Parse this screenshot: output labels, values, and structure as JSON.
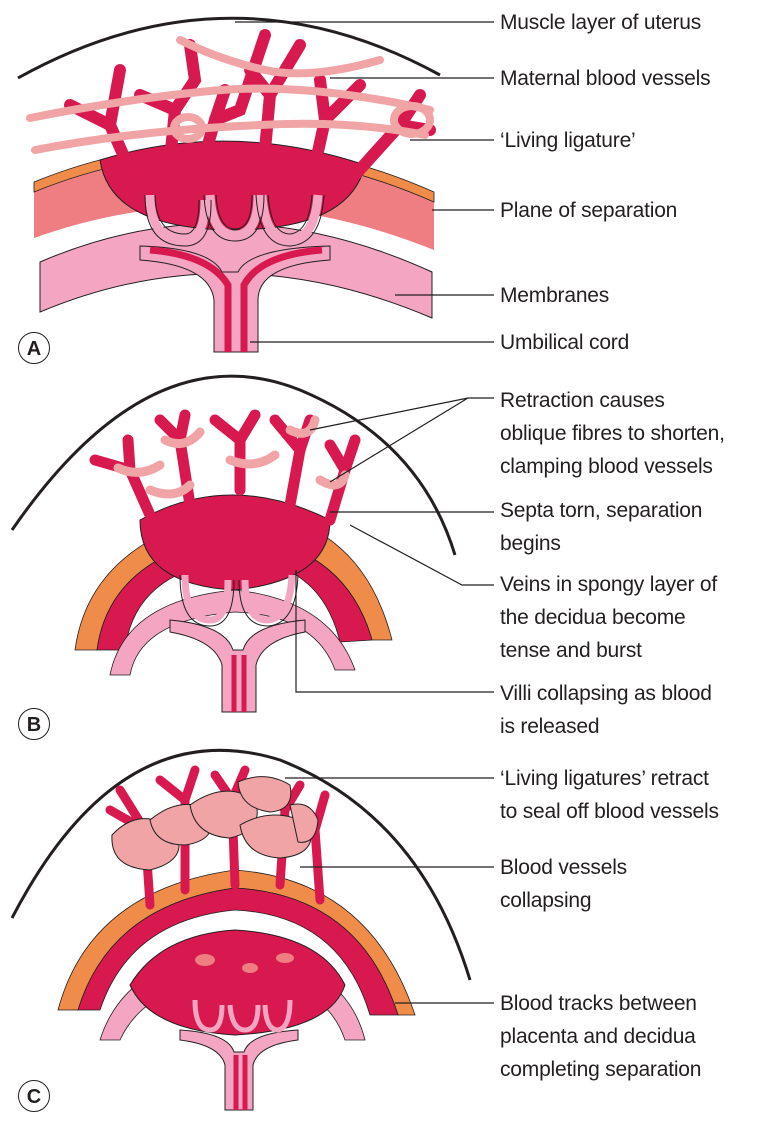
{
  "panels": [
    {
      "letter": "A",
      "labels": [
        "Muscle layer of uterus",
        "Maternal blood vessels",
        "‘Living ligature’",
        "Plane of separation",
        "Membranes",
        "Umbilical cord"
      ]
    },
    {
      "letter": "B",
      "labels": [
        "Retraction causes\noblique fibres to shorten,\nclamping blood vessels",
        "Septa torn, separation\nbegins",
        "Veins in spongy layer of\nthe decidua become\ntense and burst",
        "Villi collapsing as blood\nis released"
      ]
    },
    {
      "letter": "C",
      "labels": [
        "‘Living ligatures’ retract\nto seal off blood vessels",
        "Blood vessels\ncollapsing",
        "Blood tracks between\nplacenta and decidua\ncompleting separation"
      ]
    }
  ],
  "colors": {
    "blood": "#d8194f",
    "blood_dark": "#b0133f",
    "pink_light": "#f3a5c2",
    "ligature": "#f0a4a6",
    "orange_band": "#f08c4a",
    "salmon": "#ee7e82",
    "outline": "#231f20"
  }
}
